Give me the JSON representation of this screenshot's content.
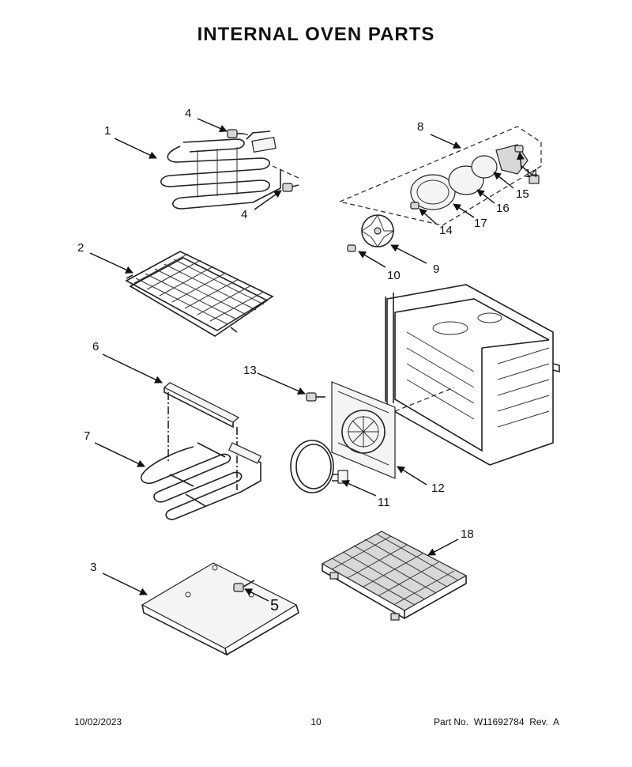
{
  "title": "INTERNAL OVEN PARTS",
  "callouts": [
    "1",
    "2",
    "3",
    "4",
    "4",
    "5",
    "6",
    "7",
    "8",
    "9",
    "10",
    "11",
    "12",
    "13",
    "14",
    "14",
    "15",
    "16",
    "17",
    "18"
  ],
  "footer": {
    "date": "10/02/2023",
    "page": "10",
    "part_no": "Part No.  W11692784  Rev.  A"
  }
}
